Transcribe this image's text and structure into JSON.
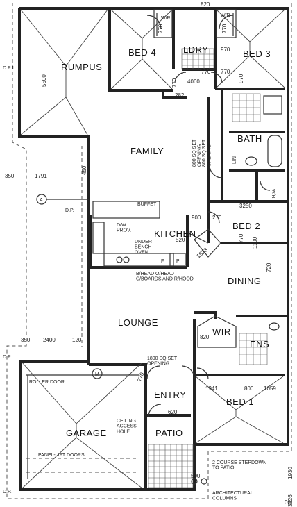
{
  "rooms": {
    "rumpus": "RUMPUS",
    "bed4": "BED 4",
    "ldry": "LDRY",
    "bed3": "BED 3",
    "family": "FAMILY",
    "bath": "BATH",
    "kitchen": "KITCHEN",
    "bed2": "BED 2",
    "dining": "DINING",
    "lounge": "LOUNGE",
    "wir": "WIR",
    "ens": "ENS",
    "entry": "ENTRY",
    "bed1": "BED 1",
    "garage": "GARAGE",
    "patio": "PATIO"
  },
  "fixtures": {
    "wr_top": "W/R",
    "wr_bed3": "W/R",
    "wr_side": "W/R",
    "lin": "LIN",
    "buffet": "BUFFET",
    "dw_prov": "D/W\nPROV.",
    "under_bench_oven": "UNDER\nBENCH\nOVEN",
    "bhead": "B/HEAD O/HEAD\nC/BOARDS AND R/HOOD",
    "p": "P",
    "f": "F",
    "roller_door": "ROLLER DOOR",
    "ceiling_access": "CEILING\nACCESS\nHOLE",
    "panel_lift": "PANEL-LIFT DOORS",
    "set_opening_1": "800 SQ SET\nOPENING",
    "set_opening_2": "1800 SQ SET\nOPENING",
    "set_opening_3": "800 SQ SET\nOPENING",
    "steps": "2 COURSE STEPDOWN\nTO PATIO",
    "columns": "ARCHITECTURAL\nCOLUMNS",
    "dp1": "D.P.1",
    "dp2": "D.P.",
    "dp3": "D.P.",
    "dp4": "D.P.",
    "grid_a": "A",
    "grid_m": "M"
  },
  "dimensions": {
    "d820": "820",
    "d770a": "770",
    "d770b": "770",
    "d970a": "970",
    "d970b": "970",
    "d770c": "770",
    "d5500": "5500",
    "d770d": "770",
    "d770e": "770",
    "d4060": "4060",
    "d282": "282",
    "d1791": "1791",
    "d350a": "350",
    "d450": "450",
    "d3250": "3250",
    "d900": "900",
    "d270": "270",
    "d520": "520",
    "d1100": "1100",
    "d770f": "770",
    "d720": "720",
    "d1523": "1523",
    "d350b": "350",
    "d2400": "2400",
    "d120": "120",
    "d820b": "820",
    "d1941": "1941",
    "d800": "800",
    "d1059": "1059",
    "d620": "620",
    "d770g": "770",
    "d500": "500",
    "d1930": "1930",
    "d3326": "3326",
    "d00": "00"
  }
}
